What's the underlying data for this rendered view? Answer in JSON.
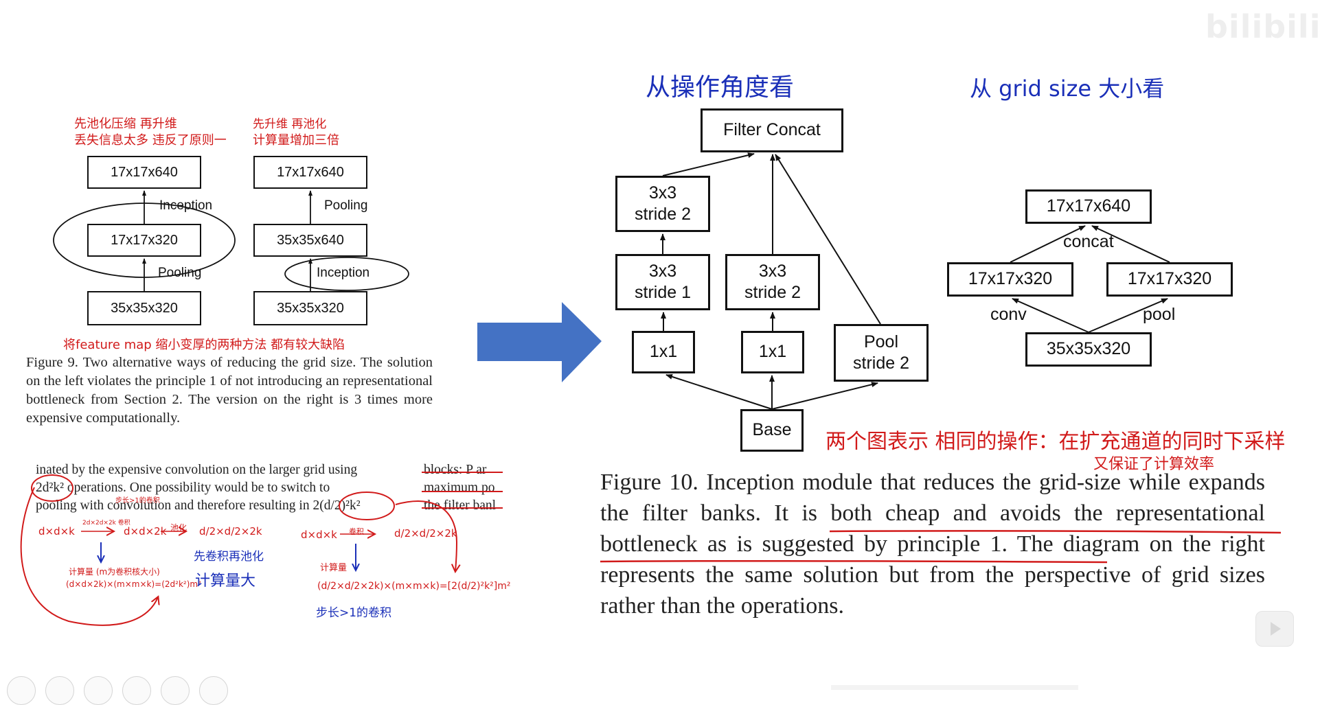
{
  "watermark": {
    "logo": "bilibili"
  },
  "fig9": {
    "left": {
      "top_box": "17x17x640",
      "mid_box": "17x17x320",
      "bottom_box": "35x35x320",
      "upper_op": "Inception",
      "lower_op": "Pooling"
    },
    "right": {
      "top_box": "17x17x640",
      "mid_box": "35x35x640",
      "bottom_box": "35x35x320",
      "upper_op": "Pooling",
      "lower_op": "Inception"
    },
    "caption": "Figure 9. Two alternative ways of reducing the grid size. The solution on the left violates the principle 1 of not introducing an representational bottleneck from Section 2. The version on the right is 3 times more expensive computationally."
  },
  "notes_fig9": {
    "left_line1": "先池化压缩 再升维",
    "left_line2": "丢失信息太多 违反了原则一",
    "right_line1": "先升维 再池化",
    "right_line2": "计算量增加三倍",
    "bottom": "将feature map 缩小变厚的两种方法 都有较大缺陷"
  },
  "paper_text": {
    "line1": "inated by the expensive convolution on the larger grid using",
    "line2": "2d²k² operations. One possibility would be to switch to",
    "line3": "pooling with convolution and therefore resulting in 2(d/2)²k²",
    "right_line1": "blocks: P ar",
    "right_line2": "maximum po",
    "right_line3": "the filter banl"
  },
  "notes_calc": {
    "l1": "d×d×k",
    "l1_arrow": "2d×2d×2k 卷积",
    "l2": "d×d×2k",
    "l3": "池化",
    "l4": "d/2×d/2×2k",
    "l5": "计算量 (m为卷积核大小)",
    "l6": "(d×d×2k)×(m×m×k)=(2d²k²)m²",
    "l7": "先卷积再池化",
    "l8": "计算量大",
    "r1": "d×d×k",
    "r1_arrow": "卷积",
    "r2": "d/2×d/2×2k",
    "r3": "计算量",
    "r4": "(d/2×d/2×2k)×(m×m×k)=[2(d/2)²k²]m²",
    "r5": "步长>1的卷积",
    "small1": "步长>1的卷积"
  },
  "fig10": {
    "title_left": "从操作角度看",
    "title_right": "从 grid size 大小看",
    "filter_concat": "Filter Concat",
    "b3x3s2": "3x3\nstride 2",
    "b3x3s1": "3x3\nstride 1",
    "b3x3s2b": "3x3\nstride 2",
    "b1x1a": "1x1",
    "b1x1b": "1x1",
    "pool": "Pool\nstride 2",
    "base": "Base",
    "grid_top": "17x17x640",
    "grid_concat": "concat",
    "grid_left": "17x17x320",
    "grid_right": "17x17x320",
    "grid_conv": "conv",
    "grid_pool": "pool",
    "grid_bottom": "35x35x320",
    "note_line1": "两个图表示 相同的操作：在扩充通道的同时下采样",
    "note_line2": "又保证了计算效率",
    "caption": "Figure 10. Inception module that reduces the grid-size while expands the filter banks. It is both cheap and avoids the representational bottleneck as is suggested by principle 1. The diagram on the right represents the same solution but from the perspective of grid sizes rather than the operations."
  },
  "colors": {
    "arrow_fill": "#4472c4",
    "ink_red": "#d11a1a",
    "ink_blue": "#1a2fb8"
  }
}
